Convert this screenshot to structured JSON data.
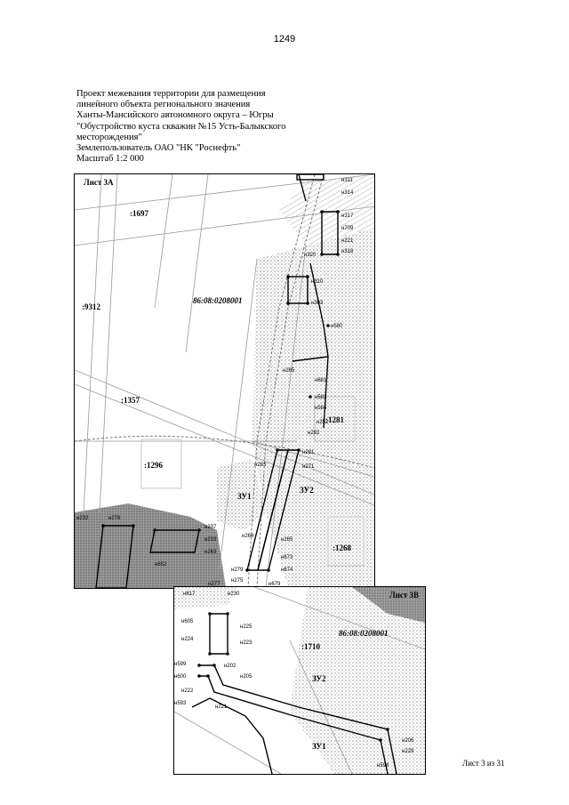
{
  "page_number": "1249",
  "header": {
    "lines": [
      "Проект межевания территории для размещения",
      "линейного объекта регионального значения",
      "Ханты-Мансийского автономного округа – Югры",
      "\"Обустройство куста скважин №15 Усть-Балыкского",
      "месторождения\"",
      "Землепользователь ОАО \"НК \"Роснефть\"",
      "Масштаб 1:2 000"
    ]
  },
  "map_a": {
    "sheet_label": "Лист 3А",
    "parcels": [
      ":1697",
      ":9312",
      "86:08:0208001",
      ":1357",
      ":1281",
      ":1296",
      ":1268"
    ],
    "zones": [
      "ЗУ1",
      "ЗУ2"
    ],
    "points": [
      "н311",
      "н314",
      "н317",
      "н709",
      "н221",
      "н318",
      "н320",
      "н310",
      "н303",
      "н580",
      "н265",
      "н681",
      "н582",
      "н584",
      "н252",
      "н282",
      "н281",
      "н271",
      "н283",
      "н232",
      "н278",
      "н237",
      "н233",
      "н263",
      "н652",
      "н264",
      "н265",
      "н673",
      "н674",
      "н279",
      "н275",
      "н277",
      "н679"
    ]
  },
  "map_b": {
    "sheet_label": "Лист 3В",
    "parcels": [
      "86:08:0208001",
      ":1710"
    ],
    "zones": [
      "ЗУ2",
      "ЗУ1"
    ],
    "points": [
      "н617",
      "н230",
      "н605",
      "н225",
      "н224",
      "н223",
      "н599",
      "н202",
      "н600",
      "н205",
      "н222",
      "н593",
      "н221",
      "н206",
      "н229",
      "н598"
    ]
  },
  "footer": {
    "sheet_count": "Лист 3 из 31"
  }
}
